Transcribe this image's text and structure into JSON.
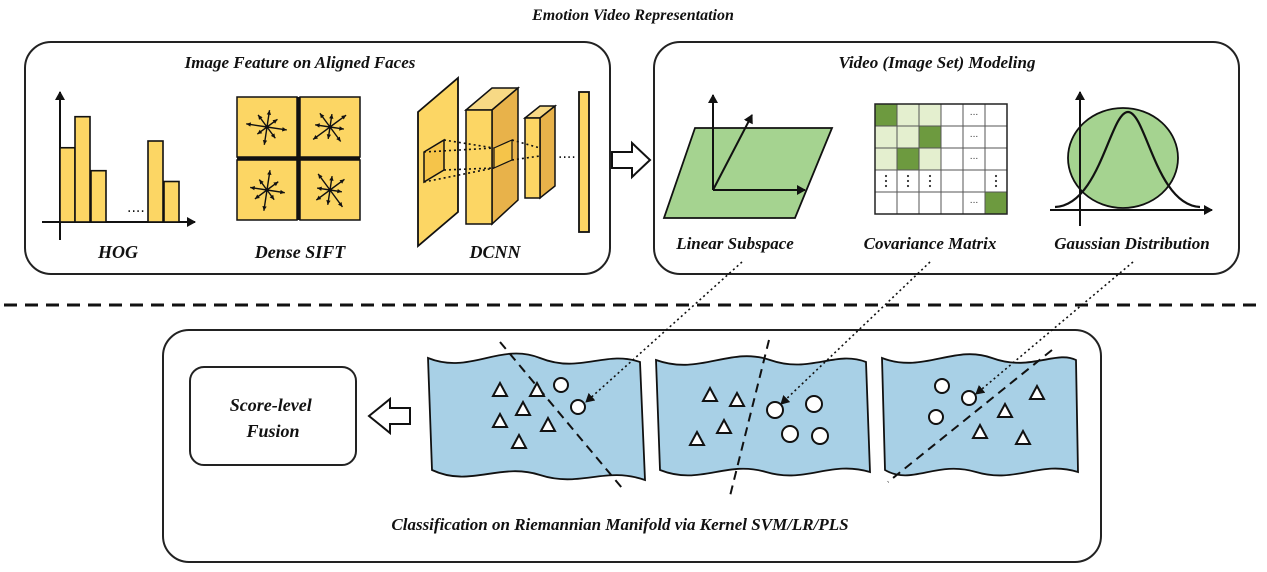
{
  "title": "Emotion Video Representation",
  "image_feature_panel": {
    "title": "Image Feature on Aligned Faces",
    "features": [
      "HOG",
      "Dense SIFT",
      "DCNN"
    ],
    "hog_bar_heights": [
      0.55,
      0.78,
      0.38,
      0.6,
      0.3
    ],
    "hog_ellipsis": "....",
    "dcnn_ellipsis": "....",
    "feature_fill": "#fcd664",
    "feature_fill_dark": "#e8b24a"
  },
  "video_modeling_panel": {
    "title": "Video (Image Set) Modeling",
    "models": [
      "Linear Subspace",
      "Covariance Matrix",
      "Gaussian Distribution"
    ],
    "covariance_cell_levels": [
      [
        3,
        1,
        1,
        0,
        "dots",
        0
      ],
      [
        1,
        1,
        3,
        0,
        "dots",
        0
      ],
      [
        1,
        3,
        1,
        0,
        "dots",
        0
      ],
      [
        "vdots",
        "vdots",
        "vdots",
        0,
        0,
        "vdots"
      ],
      [
        0,
        0,
        0,
        0,
        "dots",
        3
      ]
    ],
    "covariance_palette": [
      "#ffffff",
      "#e4efcf",
      "#b9d693",
      "#6d9a3f"
    ],
    "cell_ellipsis": "...",
    "model_fill": "#a5d390"
  },
  "classification_panel": {
    "title": "Classification on Riemannian Manifold via Kernel SVM/LR/PLS",
    "fusion_label_lines": [
      "Score-level",
      "Fusion"
    ],
    "manifold_fill": "#a8d0e6"
  },
  "icons": [
    "hog-icon",
    "dense-sift-icon",
    "dcnn-icon",
    "linear-subspace-icon",
    "covariance-matrix-icon",
    "gaussian-distribution-icon",
    "riemannian-manifold-icon",
    "right-arrow-icon",
    "left-arrow-icon"
  ]
}
